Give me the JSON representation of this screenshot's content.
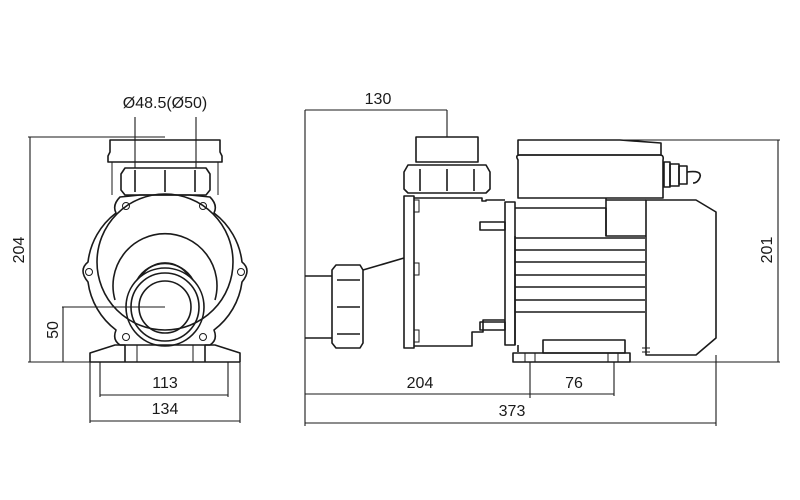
{
  "drawing": {
    "front_view": {
      "pipe_diameter_label": "Ø48.5(Ø50)",
      "height_label": "204",
      "outlet_height_label": "50",
      "base_inner_width_label": "113",
      "base_outer_width_label": "134"
    },
    "side_view": {
      "inlet_to_outlet_label": "130",
      "total_height_label": "201",
      "inlet_to_foot_label": "204",
      "foot_width_label": "76",
      "total_length_label": "373"
    },
    "colors": {
      "line": "#1a1a1a",
      "background": "#ffffff"
    }
  }
}
